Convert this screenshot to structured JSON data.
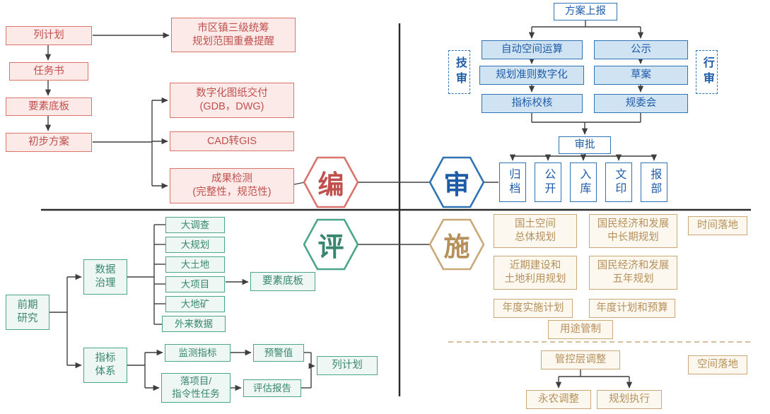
{
  "colors": {
    "red_border": "#d9736b",
    "red_fill": "#fceae8",
    "red_text": "#c0504d",
    "blue_border": "#2e74b5",
    "blue_fill": "#cfe3f3",
    "blue_text": "#1f5ca8",
    "green_border": "#4aa58a",
    "green_fill": "#eef7f3",
    "green_text": "#38866e",
    "tan_border": "#caa878",
    "tan_fill": "#fcf8f0",
    "tan_text": "#b6905a",
    "line": "#3f3f3f",
    "divider": "#2b2b2b"
  },
  "hexagons": {
    "bian": "编",
    "shen": "审",
    "ping": "评",
    "shi": "施"
  },
  "plan": {
    "lie_jihua": "列计划",
    "renwushu": "任务书",
    "yaosu_diban": "要素底板",
    "chubu_fangan": "初步方案",
    "tongchou": "市区镇三级统筹\n规划范围重叠提醒",
    "shuzihua": "数字化图纸交付\n(GDB，DWG)",
    "cad_gis": "CAD转GIS",
    "chengguo": "成果检测\n(完整性，规范性)"
  },
  "review": {
    "fangan_shangbao": "方案上报",
    "zidong_yunsuan": "自动空间运算",
    "zhunze_shuzihua": "规划准则数字化",
    "zhibiao_jiaohe": "指标校核",
    "gongshi": "公示",
    "caoan": "草案",
    "guiweihui": "规委会",
    "jishen": "技审",
    "xingshen": "行审",
    "shenpi": "审批",
    "outputs": [
      "归档",
      "公开",
      "入库",
      "文印",
      "报部"
    ]
  },
  "evaluate": {
    "qianqi_yanjiu": "前期\n研究",
    "shuju_zhili": "数据\n治理",
    "zhibiao_tixi": "指标\n体系",
    "data_list": [
      "大调查",
      "大规划",
      "大土地",
      "大项目",
      "大地矿",
      "外来数据"
    ],
    "yaosu_diban": "要素底板",
    "jiance_zhibiao": "监测指标",
    "yujing_zhi": "预警值",
    "luo_xiangmu": "落项目/\n指令性任务",
    "pinggu_baogao": "评估报告",
    "lie_jihua": "列计划"
  },
  "implement": {
    "guotu_zongti": "国土空间\n总体规划",
    "guomin_changqi": "国民经济和发展\n中长期规划",
    "shijian_luodi": "时间落地",
    "jinqi_jianshe": "近期建设和\n土地利用规划",
    "guomin_wunian": "国民经济和发展\n五年规划",
    "niandu_shishi": "年度实施计划",
    "niandu_yusuan": "年度计划和预算",
    "yongtu_guanzhi": "用途管制",
    "guankong_tiaozheng": "管控层调整",
    "yongnong_tiaozheng": "永农调整",
    "guihua_zhixing": "规划执行",
    "kongjian_luodi": "空间落地"
  }
}
